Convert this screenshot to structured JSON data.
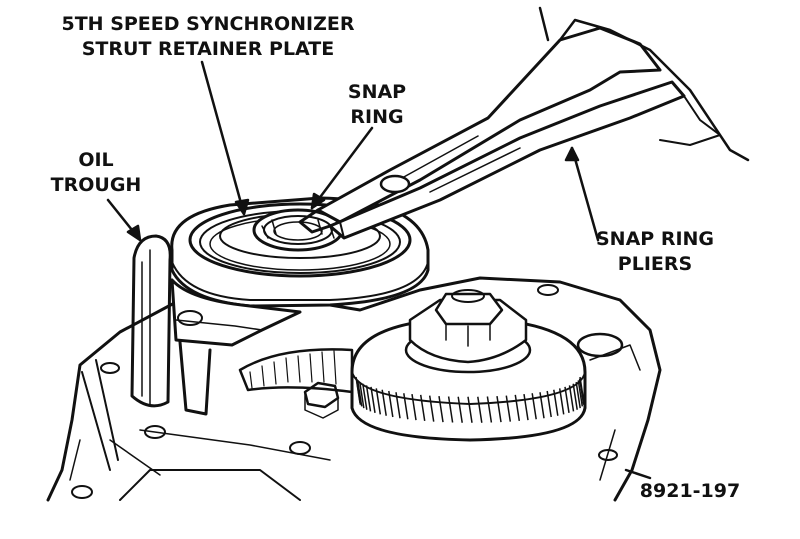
{
  "callouts": {
    "retainer_plate": [
      "5TH SPEED SYNCHRONIZER",
      "STRUT RETAINER PLATE"
    ],
    "snap_ring": [
      "SNAP",
      "RING"
    ],
    "oil_trough": [
      "OIL",
      "TROUGH"
    ],
    "snap_ring_pliers": [
      "SNAP RING",
      "PLIERS"
    ]
  },
  "figure_number": "8921-197",
  "colors": {
    "ink": "#111111",
    "paper": "#ffffff"
  }
}
